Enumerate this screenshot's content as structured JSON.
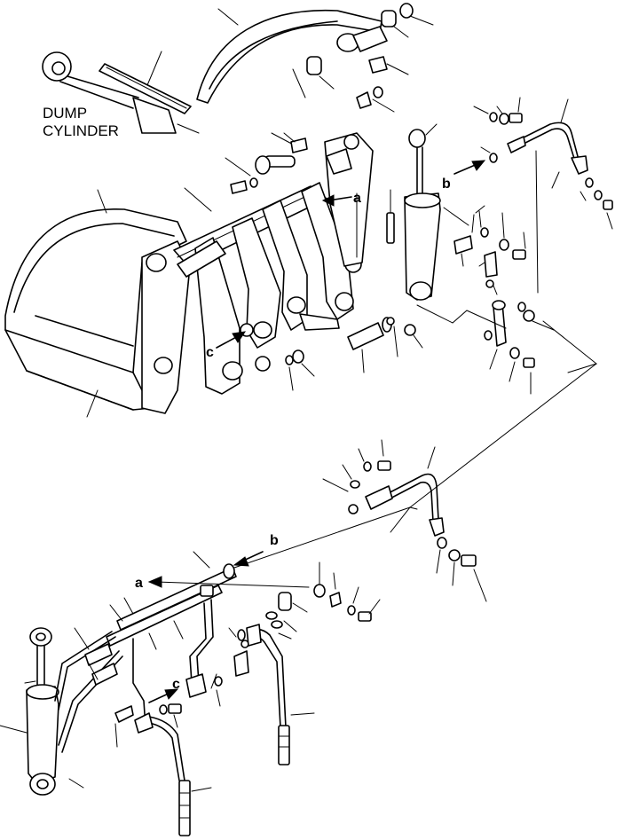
{
  "labels": {
    "dump_line1": "DUMP",
    "dump_line2": "CYLINDER"
  },
  "refs": {
    "a_top": "a",
    "b_top": "b",
    "c_top": "c",
    "a_bottom": "a",
    "b_bottom": "b",
    "c_bottom": "c"
  }
}
